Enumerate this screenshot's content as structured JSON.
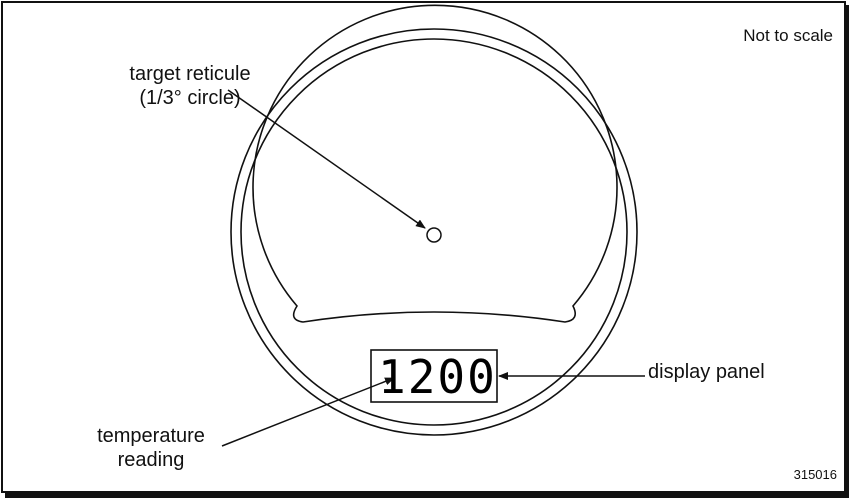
{
  "note": "Not to scale",
  "figure_number": "315016",
  "labels": {
    "reticule_line1": "target reticule",
    "reticule_line2": "(1/3° circle)",
    "display_panel": "display panel",
    "temperature_line1": "temperature",
    "temperature_line2": "reading"
  },
  "display": {
    "reading": "1200"
  },
  "colors": {
    "stroke": "#111111",
    "background": "#ffffff"
  }
}
